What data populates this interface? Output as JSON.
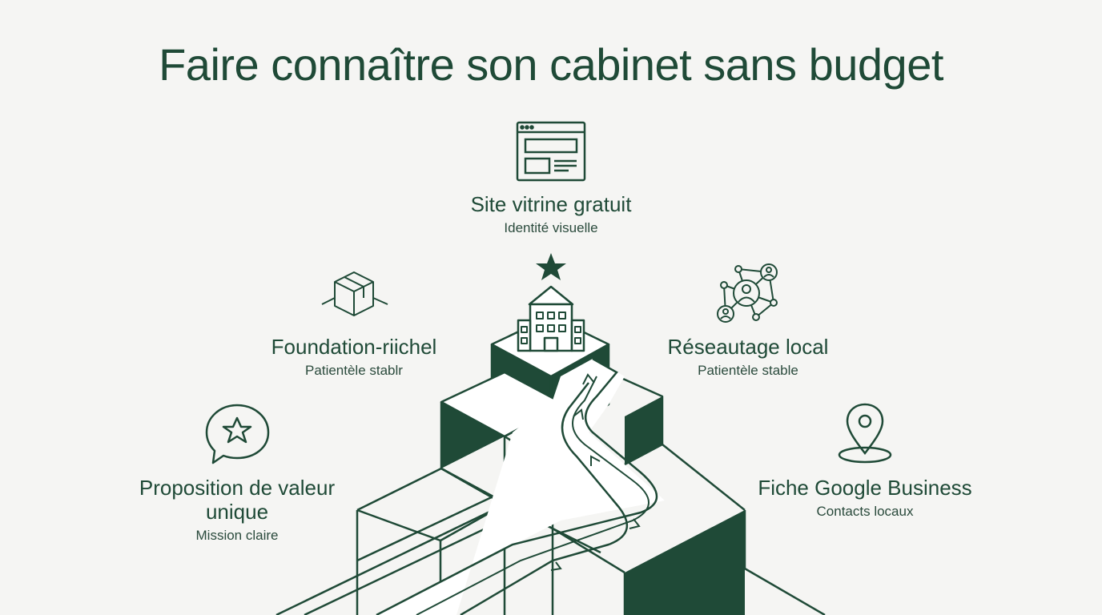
{
  "title": "Faire connaître son cabinet sans budget",
  "colors": {
    "primary": "#1f4a37",
    "background": "#f5f5f3"
  },
  "steps": [
    {
      "name": "Site vitrine gratuit",
      "sub": "Identité visuelle",
      "icon": "browser-window-icon"
    },
    {
      "name": "Foundation-riichel",
      "sub": "Patientèle stablr",
      "icon": "box-icon"
    },
    {
      "name": "Réseautage local",
      "sub": "Patientèle stable",
      "icon": "network-people-icon"
    },
    {
      "name": "Proposition de valeur unique",
      "sub": "Mission claire",
      "icon": "speech-bubble-star-icon"
    },
    {
      "name": "Fiche Google Business",
      "sub": "Contacts locaux",
      "icon": "location-pin-icon"
    }
  ]
}
